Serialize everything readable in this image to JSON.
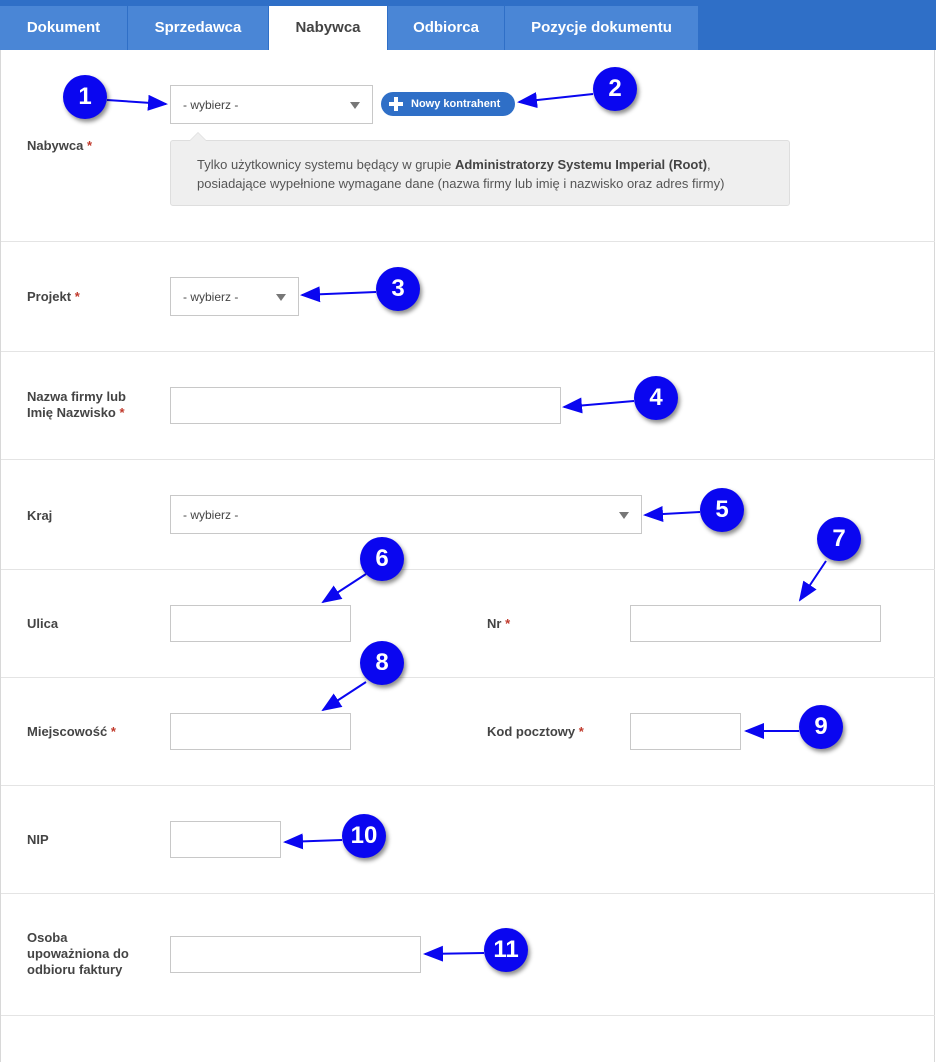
{
  "tabs": [
    {
      "label": "Dokument"
    },
    {
      "label": "Sprzedawca"
    },
    {
      "label": "Nabywca"
    },
    {
      "label": "Odbiorca"
    },
    {
      "label": "Pozycje dokumentu"
    }
  ],
  "form": {
    "required_mark": "*",
    "nabywca": {
      "label": "Nabywca",
      "select_value": "- wybierz -",
      "new_button": "Nowy kontrahent",
      "info_line1_pre": "Tylko użytkownicy systemu będący w grupie ",
      "info_line1_bold": "Administratorzy Systemu Imperial (Root)",
      "info_line1_post": ",",
      "info_line2": "posiadające wypełnione wymagane dane (nazwa firmy lub imię i nazwisko oraz adres firmy)"
    },
    "projekt": {
      "label": "Projekt",
      "select_value": "- wybierz -"
    },
    "nazwa": {
      "label_line1": "Nazwa firmy lub",
      "label_line2": "Imię Nazwisko",
      "value": ""
    },
    "kraj": {
      "label": "Kraj",
      "select_value": "- wybierz -"
    },
    "ulica": {
      "label": "Ulica",
      "value": ""
    },
    "nr": {
      "label": "Nr",
      "value": ""
    },
    "miejscowosc": {
      "label": "Miejscowość",
      "value": ""
    },
    "kod": {
      "label": "Kod pocztowy",
      "value": ""
    },
    "nip": {
      "label": "NIP",
      "value": ""
    },
    "osoba": {
      "label_line1": "Osoba",
      "label_line2": "upoważniona do",
      "label_line3": "odbioru faktury",
      "value": ""
    }
  },
  "markers": [
    "1",
    "2",
    "3",
    "4",
    "5",
    "6",
    "7",
    "8",
    "9",
    "10",
    "11"
  ],
  "colors": {
    "tab_bar": "#2f6fc7",
    "tab": "#4a86d6",
    "marker": "#0a06f0",
    "required": "#c0392b"
  }
}
